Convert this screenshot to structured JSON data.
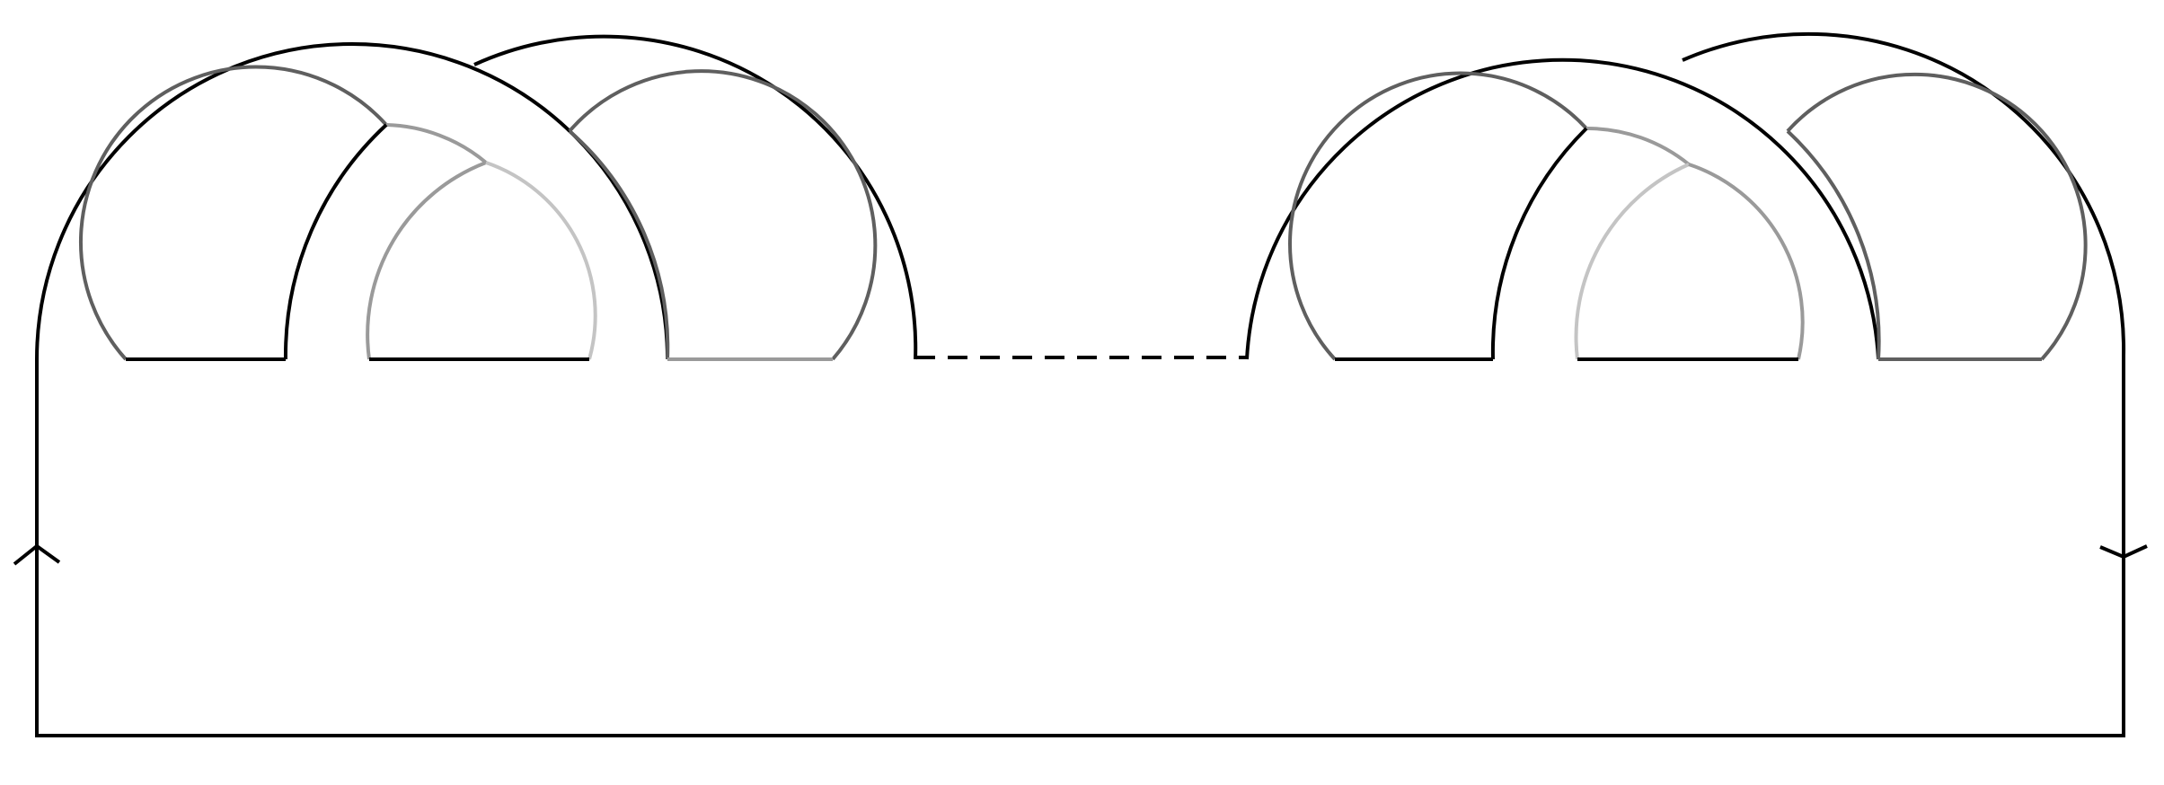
{
  "diagram": {
    "background": "#ffffff",
    "stroke_colors": {
      "black": "#000000",
      "dark_gray": "#5f5f5f",
      "mid_gray": "#9a9a9a",
      "light_gray": "#c4c4c4"
    },
    "groups": [
      "left-arch-group",
      "right-arch-group"
    ],
    "connector": "dashed-connector",
    "frame": "base-frame",
    "markers": [
      {
        "name": "left-arrow-marker",
        "direction": "up"
      },
      {
        "name": "right-arrow-marker",
        "direction": "down"
      }
    ]
  }
}
